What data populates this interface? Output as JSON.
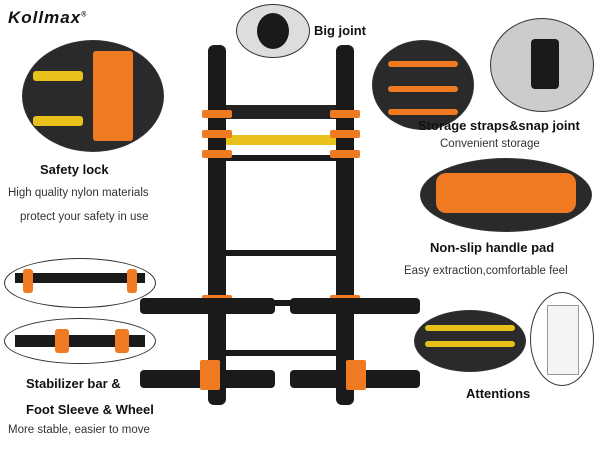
{
  "brand": {
    "logo": "Kollmax",
    "registered": "®"
  },
  "features": [
    {
      "title": "Big joint"
    },
    {
      "title": "Safety lock",
      "lines": [
        "High quality nylon materials",
        "protect your safety in use"
      ]
    },
    {
      "title": "Storage straps&snap joint",
      "lines": [
        "Convenient storage"
      ]
    },
    {
      "title": "Non-slip handle pad",
      "lines": [
        "Easy extraction,comfortable feel"
      ]
    },
    {
      "title": "Stabilizer bar &",
      "title2": "Foot Sleeve & Wheel",
      "lines": [
        "More stable, easier to move"
      ]
    },
    {
      "title": "Attentions"
    }
  ],
  "colors": {
    "accent": "#f07a22",
    "metal": "#1a1a1a"
  }
}
